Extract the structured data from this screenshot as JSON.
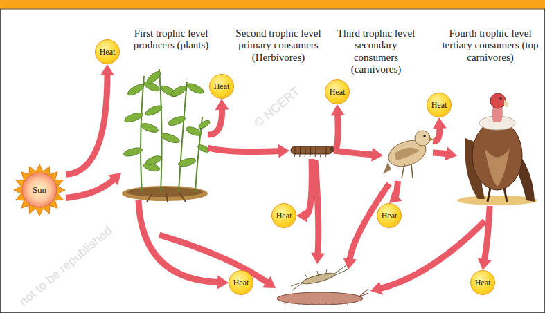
{
  "diagram": {
    "nodes": [
      {
        "text": [
          "Sun"
        ]
      },
      {
        "text": [
          "Heat"
        ]
      },
      {
        "text": [
          "First trophic level producers (plants)"
        ]
      },
      {
        "text": [
          "Second trophic level primary consumers (Herbivores)"
        ]
      },
      {
        "text": [
          "Third trophic level secondary consumers (carnivores)"
        ]
      },
      {
        "text": [
          "Fourth trophic level tertiary consumers (top carnivores)"
        ]
      },
      {
        "text": [
          "Heat"
        ]
      },
      {
        "text": [
          "Heat"
        ]
      },
      {
        "text": [
          "Heat"
        ]
      },
      {
        "text": [
          "Heat"
        ]
      },
      {
        "text": [
          "Heat"
        ]
      },
      {
        "text": [
          "Heat"
        ]
      },
      {
        "text": [
          "Heat"
        ]
      }
    ],
    "edges": [
      {
        "from": 0,
        "to": 1,
        "arrow": "to"
      },
      {
        "from": 0,
        "to": 2,
        "arrow": "to"
      },
      {
        "from": 2,
        "to": 6,
        "arrow": "to"
      },
      {
        "from": 2,
        "to": 3,
        "arrow": "to"
      },
      {
        "from": 3,
        "to": 7,
        "arrow": "to"
      },
      {
        "from": 3,
        "to": 4,
        "arrow": "to"
      },
      {
        "from": 4,
        "to": 8,
        "arrow": "to"
      },
      {
        "from": 4,
        "to": 5,
        "arrow": "to"
      },
      {
        "from": 2,
        "to": 9,
        "arrow": "to"
      },
      {
        "from": 3,
        "to": 10,
        "arrow": "to"
      },
      {
        "from": 4,
        "to": 11,
        "arrow": "to"
      },
      {
        "from": 5,
        "to": 12,
        "arrow": "to"
      }
    ],
    "labels": [
      "© NCERT",
      "not to be republished"
    ]
  }
}
